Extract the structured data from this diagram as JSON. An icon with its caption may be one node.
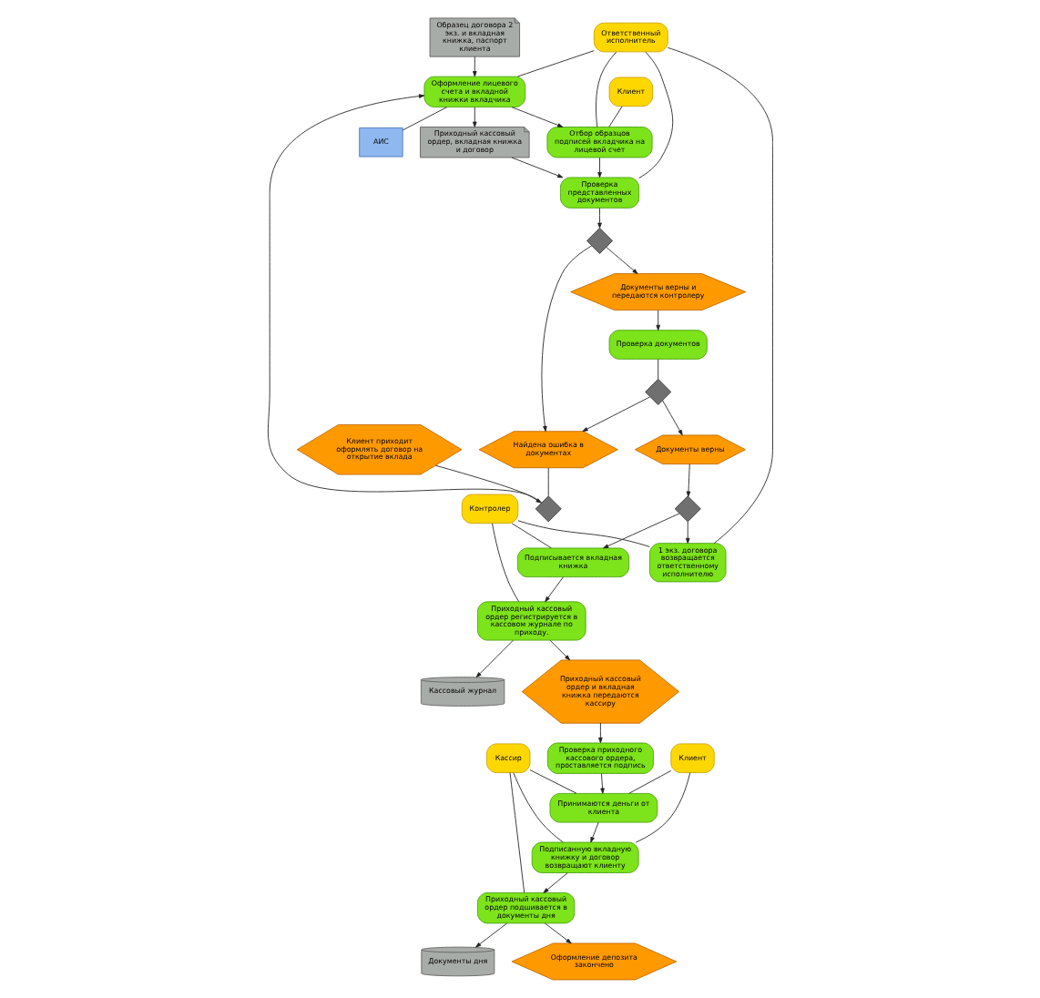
{
  "diagram": {
    "nodes": [
      {
        "text": [
          "Ответственный исполнитель"
        ]
      },
      {
        "text": [
          "Образец договора 2 экз. и вкладная книжка, паспорт клиента"
        ]
      },
      {
        "text": [
          "Оформление лицевого счета и вкладной книжки вкладчика"
        ]
      },
      {
        "text": [
          "Отбор образцов подписей вкладчика на лицевой счет"
        ]
      },
      {
        "text": [
          "Клиент"
        ]
      },
      {
        "text": [
          "Проверка представленных документов"
        ]
      },
      {
        "text": [
          "Клиент приходит оформлять договор на открытие вклада"
        ]
      },
      {
        "text": [],
        "shape": "diamond"
      },
      {
        "text": [
          "Приходный кассовый ордер, вкладная книжка и договор"
        ]
      },
      {
        "text": [],
        "shape": "diamond"
      },
      {
        "text": [
          "АИС"
        ]
      },
      {
        "text": [
          "Документы верны и передаются контролеру"
        ]
      },
      {
        "text": [
          "Кассовый журнал"
        ]
      },
      {
        "text": [
          "Найдена ошибка в документах"
        ]
      },
      {
        "text": [
          "Проверка документов"
        ]
      },
      {
        "text": [],
        "shape": "diamond"
      },
      {
        "text": [
          "Приходный кассовый ордер и вкладная книжка передаются кассиру"
        ]
      },
      {
        "text": [
          "Приходный кассовый ордер регистрируется в кассовом журнале по приходу."
        ]
      },
      {
        "text": [
          "Подписывается вкладная книжка"
        ]
      },
      {
        "text": [
          "Документы верны"
        ]
      },
      {
        "text": [
          "Проверка приходного кассового ордера, проставляется подпись"
        ]
      },
      {
        "text": [],
        "shape": "diamond"
      },
      {
        "text": [
          "1 экз. договора возвращается ответственному исполнителю"
        ]
      },
      {
        "text": [
          "Клиент"
        ]
      },
      {
        "text": [
          "Контролер"
        ]
      },
      {
        "text": [
          "Принимаются деньги от клиента"
        ]
      },
      {
        "text": [
          "Документы дня"
        ]
      },
      {
        "text": [
          "Подписанную вкладную книжку и договор возвращают клиенту"
        ]
      },
      {
        "text": [
          "Приходный кассовый ордер подшивается в документы дня"
        ]
      },
      {
        "text": [
          "Кассир"
        ]
      },
      {
        "text": [
          "Оформление депозита закончено"
        ]
      }
    ],
    "edges": [
      {
        "from": 0,
        "to": 2,
        "arrow": "none"
      },
      {
        "from": 0,
        "to": 3,
        "arrow": "none"
      },
      {
        "from": 0,
        "to": 5,
        "arrow": "none"
      },
      {
        "from": 1,
        "to": 2,
        "arrow": "to"
      },
      {
        "from": 6,
        "to": 7,
        "arrow": "to"
      },
      {
        "from": 7,
        "to": 2,
        "arrow": "to"
      },
      {
        "from": 2,
        "to": 3,
        "arrow": "to"
      },
      {
        "from": 2,
        "to": 8,
        "arrow": "to"
      },
      {
        "from": 2,
        "to": 10,
        "arrow": "none"
      },
      {
        "from": 4,
        "to": 3,
        "arrow": "none"
      },
      {
        "from": 3,
        "to": 5,
        "arrow": "to"
      },
      {
        "from": 8,
        "to": 5,
        "arrow": "to"
      },
      {
        "from": 5,
        "to": 9,
        "arrow": "to"
      },
      {
        "from": 9,
        "to": 11,
        "arrow": "to"
      },
      {
        "from": 9,
        "to": 13,
        "arrow": "to"
      },
      {
        "from": 13,
        "to": 7,
        "arrow": "none"
      },
      {
        "from": 11,
        "to": 14,
        "arrow": "to"
      },
      {
        "from": 14,
        "to": 15,
        "arrow": "none"
      },
      {
        "from": 15,
        "to": 13,
        "arrow": "to"
      },
      {
        "from": 15,
        "to": 19,
        "arrow": "to"
      },
      {
        "from": 19,
        "to": 21,
        "arrow": "to"
      },
      {
        "from": 21,
        "to": 22,
        "arrow": "to"
      },
      {
        "from": 21,
        "to": 18,
        "arrow": "to"
      },
      {
        "from": 22,
        "to": 0,
        "arrow": "none"
      },
      {
        "from": 24,
        "to": 22,
        "arrow": "none"
      },
      {
        "from": 24,
        "to": 18,
        "arrow": "none"
      },
      {
        "from": 24,
        "to": 17,
        "arrow": "none"
      },
      {
        "from": 18,
        "to": 17,
        "arrow": "to"
      },
      {
        "from": 17,
        "to": 16,
        "arrow": "to"
      },
      {
        "from": 17,
        "to": 12,
        "arrow": "to"
      },
      {
        "from": 16,
        "to": 20,
        "arrow": "to"
      },
      {
        "from": 20,
        "to": 25,
        "arrow": "to"
      },
      {
        "from": 23,
        "to": 25,
        "arrow": "none"
      },
      {
        "from": 23,
        "to": 27,
        "arrow": "none"
      },
      {
        "from": 25,
        "to": 27,
        "arrow": "to"
      },
      {
        "from": 27,
        "to": 28,
        "arrow": "to"
      },
      {
        "from": 29,
        "to": 27,
        "arrow": "none"
      },
      {
        "from": 29,
        "to": 25,
        "arrow": "none"
      },
      {
        "from": 29,
        "to": 28,
        "arrow": "none"
      },
      {
        "from": 28,
        "to": 26,
        "arrow": "to"
      },
      {
        "from": 28,
        "to": 30,
        "arrow": "to"
      }
    ]
  }
}
